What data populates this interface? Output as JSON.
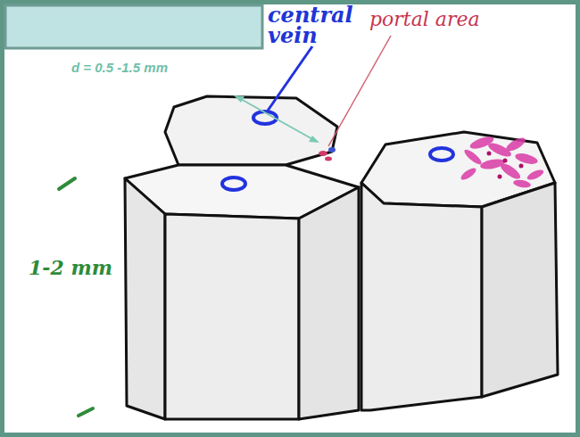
{
  "diagram": {
    "labels": [
      "central vein",
      "portal area",
      "d = 0.5 -1.5 mm",
      "1-2 mm"
    ]
  }
}
